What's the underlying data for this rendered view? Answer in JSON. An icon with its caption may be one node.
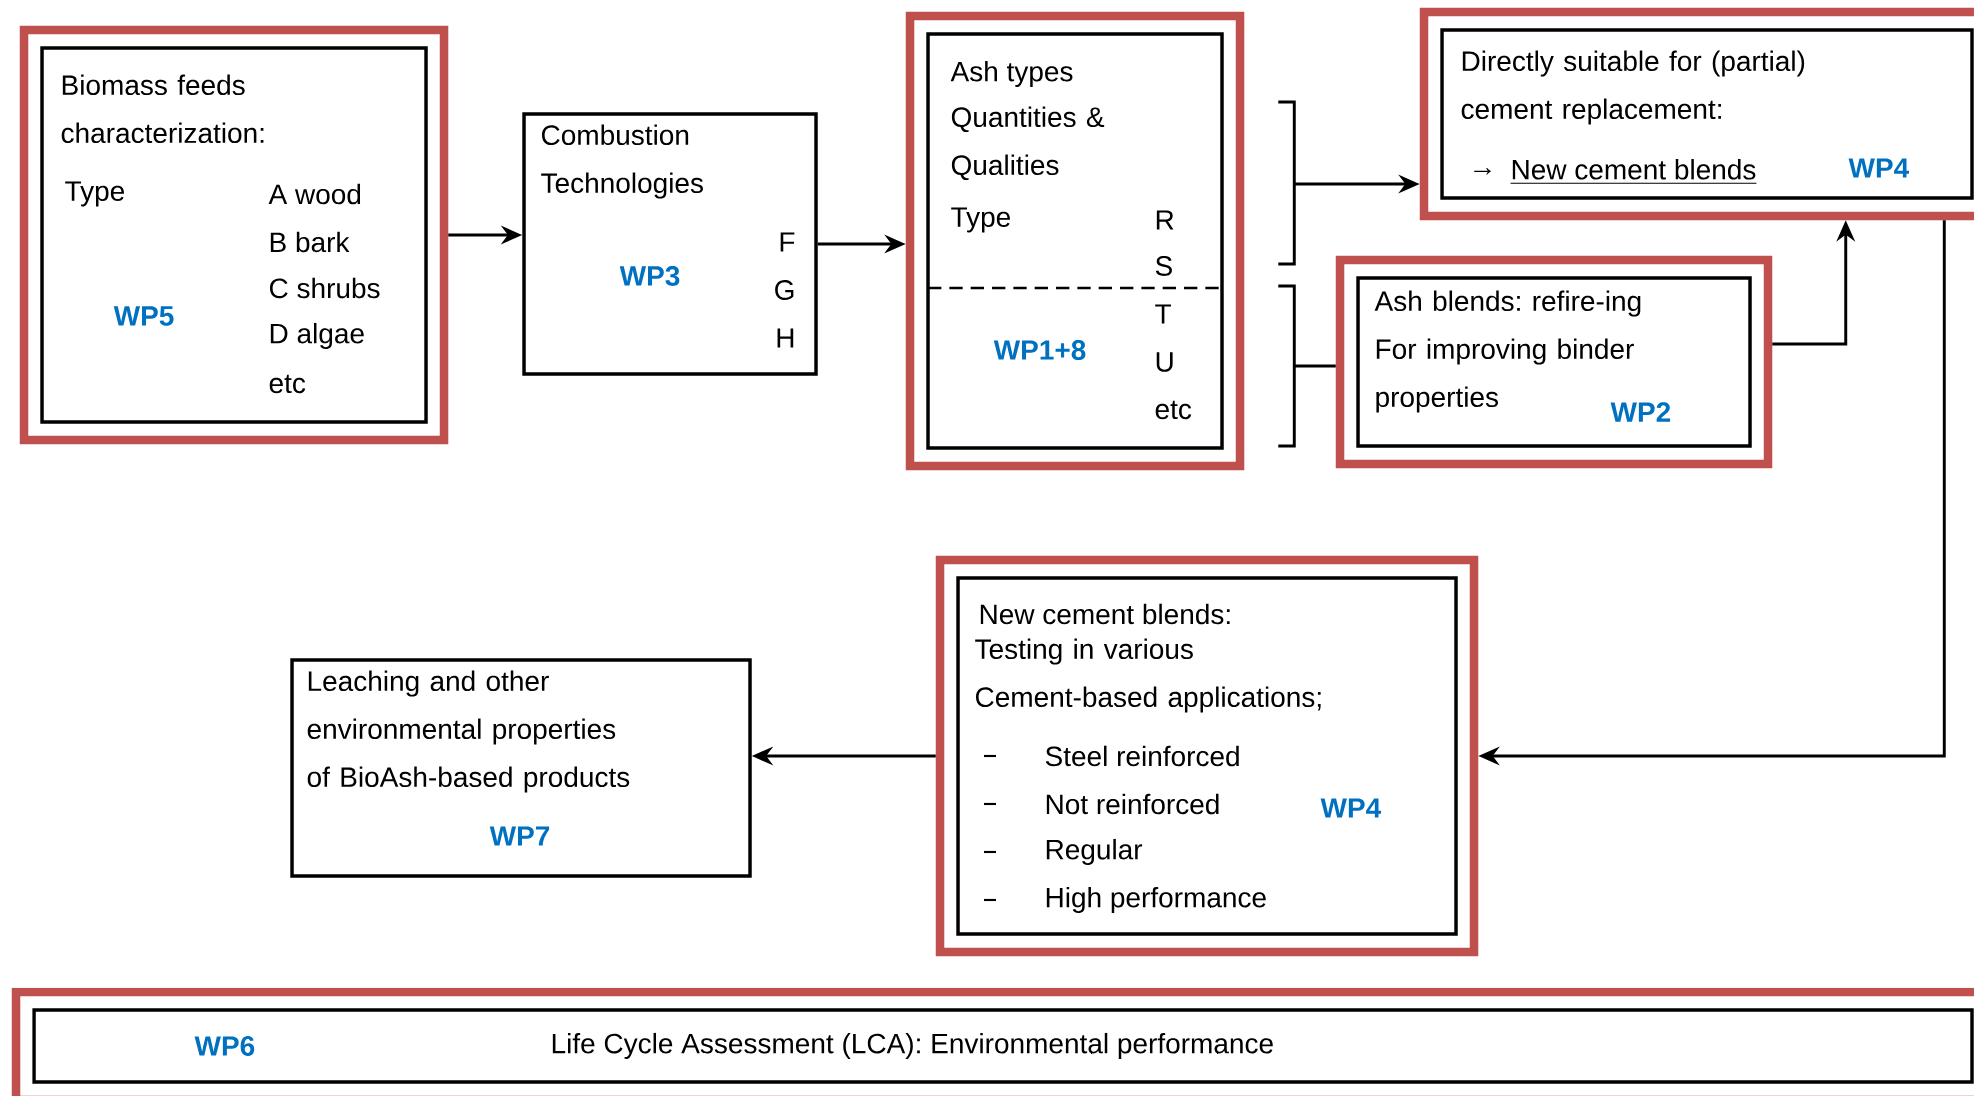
{
  "diagram": {
    "nodes": [
      {
        "text": [],
        "shape": "box"
      },
      {
        "text": [
          "Biomass feeds characterization:",
          "Type",
          "A wood",
          "B bark",
          "C shrubs",
          "D algae",
          "etc",
          "WP5"
        ],
        "in": 0
      },
      {
        "text": [
          "Combustion Technologies",
          "F",
          "G",
          "H",
          "WP3"
        ]
      },
      {
        "text": [],
        "shape": "box"
      },
      {
        "text": [
          "Ash types",
          "Quantities & Qualities",
          "Type",
          "R",
          "S",
          "T",
          "U",
          "etc",
          "WP1+8"
        ],
        "in": 3
      },
      {
        "text": [],
        "shape": "box"
      },
      {
        "text": [
          "Directly suitable for (partial) cement replacement:",
          "→",
          "New cement blends",
          "WP4"
        ],
        "in": 5
      },
      {
        "text": [],
        "shape": "box"
      },
      {
        "text": [
          "Ash blends: refire-ing For improving binder properties",
          "WP2"
        ],
        "in": 7
      },
      {
        "text": [
          "Leaching and other environmental properties of BioAsh-based products",
          "WP7"
        ]
      },
      {
        "text": [],
        "shape": "box"
      },
      {
        "text": [
          "New cement blends:",
          "Testing in various Cement-based applications;",
          "Steel reinforced",
          "Not reinforced",
          "Regular",
          "High performance",
          "WP4"
        ],
        "in": 10
      },
      {
        "text": [],
        "shape": "box"
      },
      {
        "text": [
          "WP6",
          "Life Cycle Assessment (LCA): Environmental performance"
        ],
        "in": 12
      }
    ],
    "edges": [
      {
        "from": 0,
        "to": 2,
        "arrow": "to"
      },
      {
        "from": 2,
        "to": 3,
        "arrow": "to"
      },
      {
        "from": 3,
        "to": 5,
        "arrow": "to"
      },
      {
        "from": 3,
        "to": 7,
        "arrow": "none"
      },
      {
        "from": 7,
        "to": 5,
        "arrow": "to"
      },
      {
        "from": 5,
        "to": 10,
        "arrow": "to"
      },
      {
        "from": 10,
        "to": 9,
        "arrow": "to"
      }
    ]
  }
}
